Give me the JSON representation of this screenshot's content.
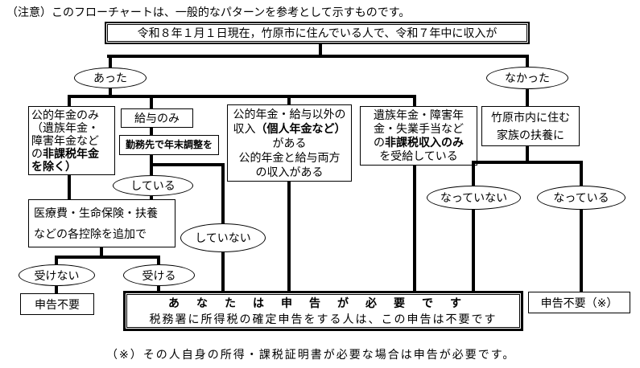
{
  "page": {
    "note_top": "（注意）このフローチャートは、一般的なパターンを参考として示すものです。",
    "note_bottom": "（※）その人自身の所得・課税証明書が必要な場合は申告が必要です。"
  },
  "start_box": {
    "text": "令和８年１月１日現在，竹原市に住んでいる人で、令和７年中に収入が"
  },
  "ovals": {
    "atta": "あった",
    "nakatta": "なかった",
    "shiteiru": "している",
    "shiteinai": "していない",
    "ukenai": "受けない",
    "ukeru": "受ける",
    "natteinai": "なっていない",
    "natteiru": "なっている"
  },
  "boxes": {
    "pension_only": {
      "line1": "公的年金のみ",
      "line2": "（遺族年金・",
      "line3": "障害年金など",
      "line4_pre": "の",
      "line4_bold": "非課税年金",
      "line5_bold": "を除く）"
    },
    "salary_only": {
      "text": "給与のみ"
    },
    "year_end_adjust": {
      "text": "勤務先で年末調整を"
    },
    "other_income": {
      "line1": "公的年金・給与以外の",
      "line2_pre": "収入",
      "line2_bold": "（個人年金など）",
      "line3": "がある",
      "line4": "公的年金と給与両方",
      "line5": "の収入がある"
    },
    "nontaxable_only": {
      "line1": "遺族年金・障害年",
      "line2": "金・失業手当など",
      "line3_pre": "の",
      "line3_bold": "非課税収入のみ",
      "line4": "を受給している"
    },
    "family_dependent": {
      "line1": "竹原市内に住む",
      "line2": "家族の扶養に"
    },
    "add_deduction": {
      "line1": "医療費・生命保険・扶養",
      "line2": "などの各控除を追加で"
    }
  },
  "results": {
    "no_need_left": "申告不要",
    "need_title": "あなたは申告が必要です",
    "need_sub": "税務署に所得税の確定申告をする人は、この申告は不要です",
    "no_need_right": "申告不要（※）"
  },
  "colors": {
    "line": "#000000",
    "background": "#ffffff"
  }
}
